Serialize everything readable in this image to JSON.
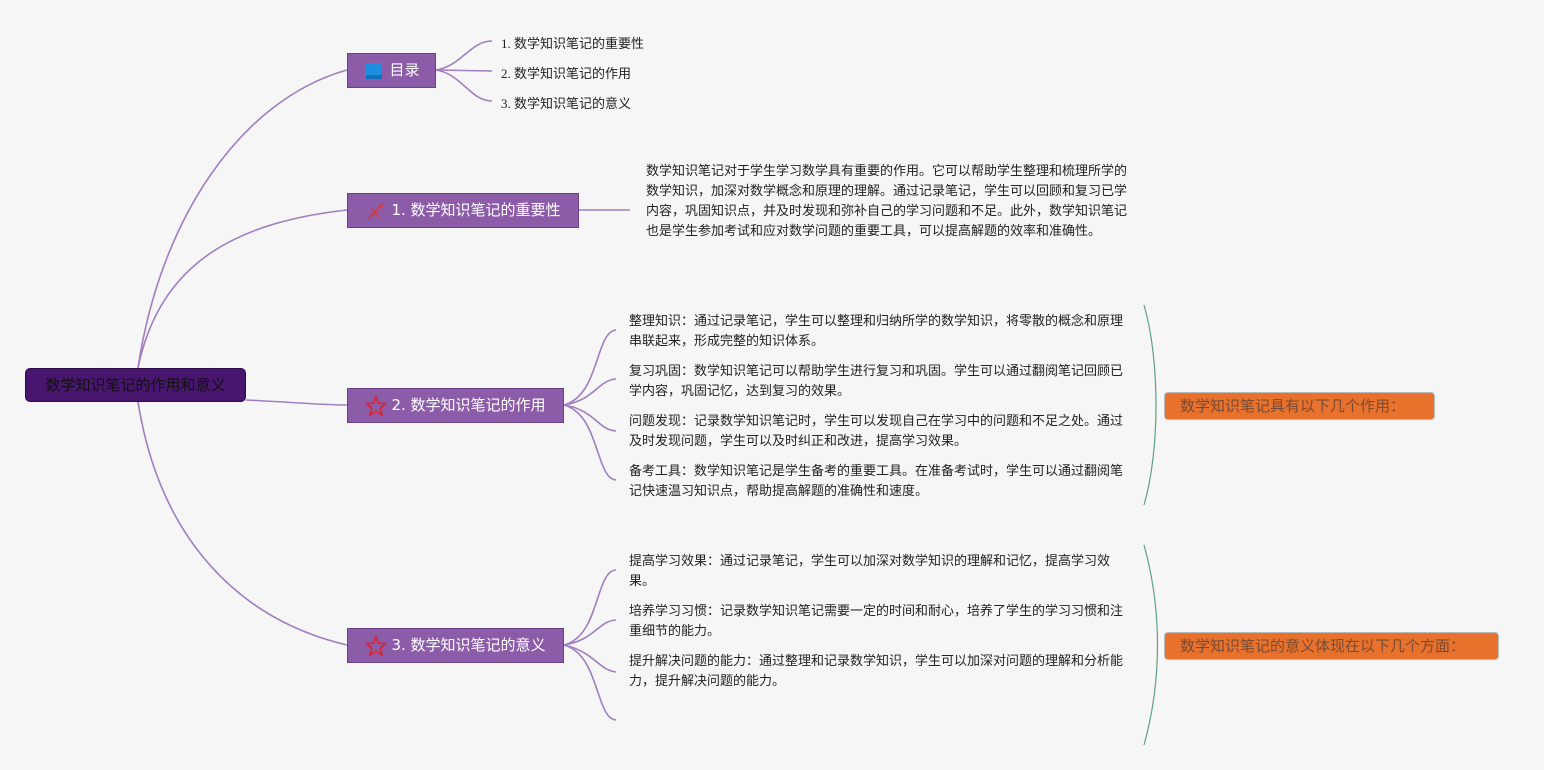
{
  "root": {
    "title": "数学知识笔记的作用和意义"
  },
  "colors": {
    "root": "#48166f",
    "branch": "#8c5ca9",
    "line": "#a17ebf",
    "summary": "#e8712c",
    "brace": "#5f9e8a"
  },
  "toc": {
    "label": "目录",
    "icon": "book-icon",
    "items": [
      "1. 数学知识笔记的重要性",
      "2. 数学知识笔记的作用",
      "3. 数学知识笔记的意义"
    ]
  },
  "importance": {
    "label": "1. 数学知识笔记的重要性",
    "icon": "pencil-ruler-icon",
    "text": "数学知识笔记对于学生学习数学具有重要的作用。它可以帮助学生整理和梳理所学的数学知识，加深对数学概念和原理的理解。通过记录笔记，学生可以回顾和复习已学内容，巩固知识点，并及时发现和弥补自己的学习问题和不足。此外，数学知识笔记也是学生参加考试和应对数学问题的重要工具，可以提高解题的效率和准确性。"
  },
  "functions": {
    "label": "2. 数学知识笔记的作用",
    "icon": "star-icon",
    "summary": "数学知识笔记具有以下几个作用：",
    "items": [
      "整理知识：通过记录笔记，学生可以整理和归纳所学的数学知识，将零散的概念和原理串联起来，形成完整的知识体系。",
      "复习巩固：数学知识笔记可以帮助学生进行复习和巩固。学生可以通过翻阅笔记回顾已学内容，巩固记忆，达到复习的效果。",
      "问题发现：记录数学知识笔记时，学生可以发现自己在学习中的问题和不足之处。通过及时发现问题，学生可以及时纠正和改进，提高学习效果。",
      "备考工具：数学知识笔记是学生备考的重要工具。在准备考试时，学生可以通过翻阅笔记快速温习知识点，帮助提高解题的准确性和速度。"
    ]
  },
  "significance": {
    "label": "3. 数学知识笔记的意义",
    "icon": "star-icon",
    "summary": "数学知识笔记的意义体现在以下几个方面：",
    "items": [
      "提高学习效果：通过记录笔记，学生可以加深对数学知识的理解和记忆，提高学习效果。",
      "培养学习习惯：记录数学知识笔记需要一定的时间和耐心，培养了学生的学习习惯和注重细节的能力。",
      "提升解决问题的能力：通过整理和记录数学知识，学生可以加深对问题的理解和分析能力，提升解决问题的能力。"
    ]
  }
}
